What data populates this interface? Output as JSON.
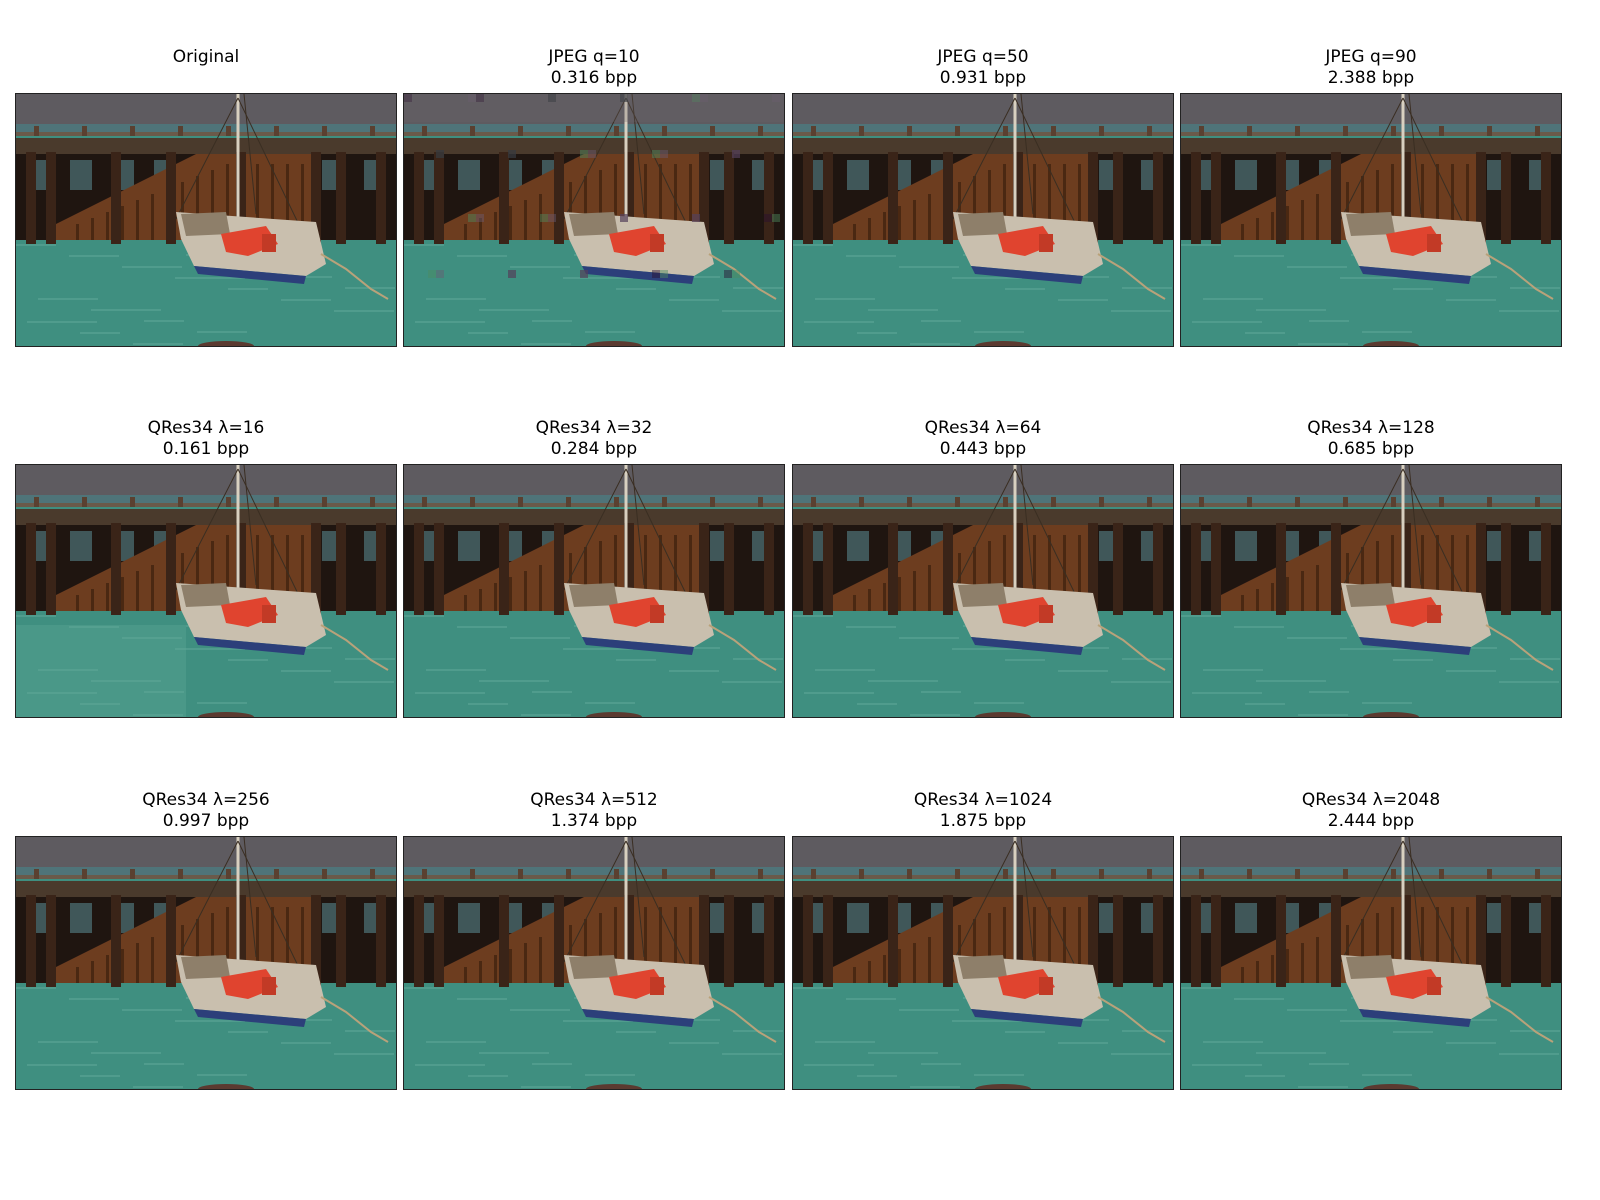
{
  "figure": {
    "panels": [
      {
        "title": "Original"
      },
      {
        "title": "JPEG q=10\n0.316 bpp",
        "variant": "blocky"
      },
      {
        "title": "JPEG q=50\n0.931 bpp"
      },
      {
        "title": "JPEG q=90\n2.388 bpp"
      },
      {
        "title": "QRes34 λ=16\n0.161 bpp",
        "variant": "smooth"
      },
      {
        "title": "QRes34 λ=32\n0.284 bpp"
      },
      {
        "title": "QRes34 λ=64\n0.443 bpp"
      },
      {
        "title": "QRes34 λ=128\n0.685 bpp"
      },
      {
        "title": "QRes34 λ=256\n0.997 bpp"
      },
      {
        "title": "QRes34 λ=512\n1.374 bpp"
      },
      {
        "title": "QRes34 λ=1024\n1.875 bpp"
      },
      {
        "title": "QRes34 λ=2048\n2.444 bpp"
      }
    ]
  },
  "colors": {
    "sky": "#5e5b60",
    "sea_horizon": "#4f7479",
    "pier_deck": "#4a3a2c",
    "pier_dark": "#1f1510",
    "rust": "#6d3d1f",
    "water": "#3f8f80",
    "water_light": "#5fa898",
    "hull": "#c9bfae",
    "hull_bottom": "#2c3f7a",
    "sail_red": "#e0442f",
    "rope": "#b9a27a"
  }
}
